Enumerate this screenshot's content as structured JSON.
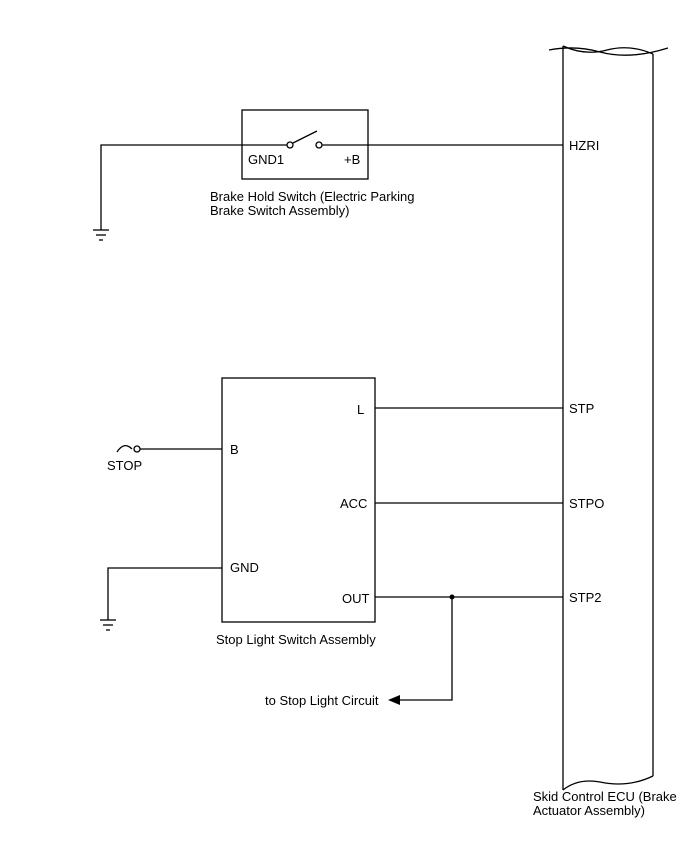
{
  "ecu": {
    "pins": {
      "hzri": "HZRI",
      "stp": "STP",
      "stpo": "STPO",
      "stp2": "STP2"
    },
    "caption_line1": "Skid Control ECU (Brake",
    "caption_line2": "Actuator Assembly)"
  },
  "brake_hold_switch": {
    "terminal_gnd1": "GND1",
    "terminal_b": "+B",
    "caption_line1": "Brake Hold Switch (Electric Parking",
    "caption_line2": "Brake Switch Assembly)"
  },
  "stop_light_switch": {
    "terminal_l": "L",
    "terminal_b": "B",
    "terminal_acc": "ACC",
    "terminal_gnd": "GND",
    "terminal_out": "OUT",
    "caption": "Stop Light Switch Assembly"
  },
  "fuse": {
    "label": "STOP"
  },
  "stop_light_circuit": {
    "label": "to Stop Light Circuit"
  }
}
